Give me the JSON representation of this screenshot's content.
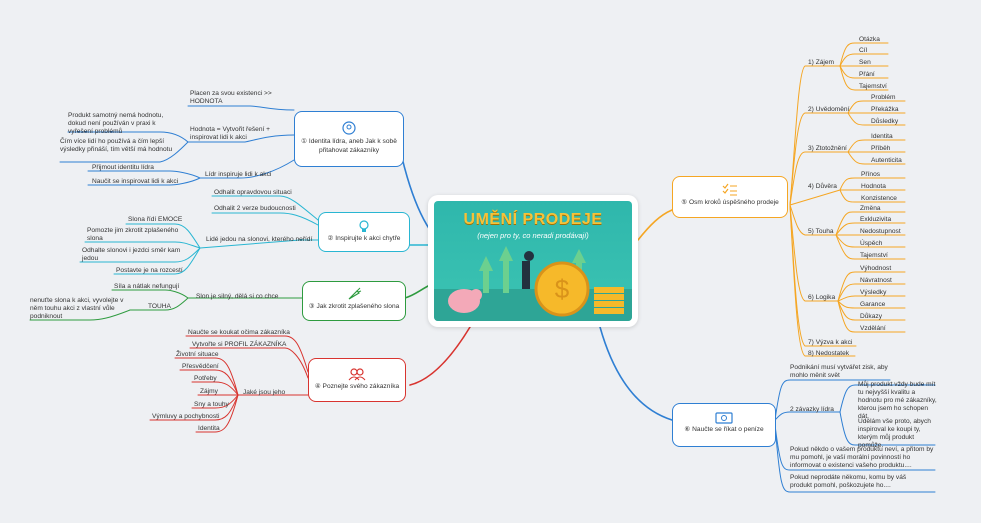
{
  "center": {
    "title": "UMĚNÍ PRODEJE",
    "subtitle": "(nejen pro ty, co neradi prodávají)"
  },
  "colors": {
    "blue": "#2f7fd3",
    "cyan": "#29b6d2",
    "green": "#2e9b3f",
    "red": "#d8342f",
    "orange": "#f5a623"
  },
  "topics": {
    "t1": "① Identita lídra, aneb Jak k sobě přitahovat zákazníky",
    "t2": "② Inspirujte k akci chytře",
    "t3": "③ Jak zkrotit zplašeného slona",
    "t4": "④ Poznejte svého zákazníka",
    "t5": "⑤ Osm kroků úspěšného prodeje",
    "t6": "⑥ Naučte se říkat o peníze"
  },
  "icons": {
    "t1": "head-lightbulb-icon",
    "t2": "lightbulb-icon",
    "t3": "carrot-icon",
    "t4": "people-icon",
    "t5": "checklist-icon",
    "t6": "banknote-icon"
  },
  "branch1": {
    "b1": "Placen za svou existenci >> HODNOTA",
    "b2": "Hodnota = Vytvořit řešení + inspirovat lidi k akci",
    "b2a": "Produkt samotný nemá hodnotu, dokud není používán v praxi k vyřešení problémů",
    "b2b": "Čím více lidí ho používá a čím lepší výsledky přináší, tím větší má hodnotu",
    "b3": "Lídr inspiruje lidi k akci",
    "b3a": "Přijmout identitu lídra",
    "b3b": "Naučit se inspirovat lidi k akci"
  },
  "branch2": {
    "b1": "Odhalit opravdovou situaci",
    "b2": "Odhalit 2 verze budoucnosti",
    "b3": "Lidé jedou na slonovi, kterého neřídí",
    "b3a": "Slona řídí EMOCE",
    "b3b": "Pomozte jim zkrotit zplašeného slona",
    "b3c": "Odhalte slonovi i jezdci směr kam jedou",
    "b3d": "Postavte je na rozcestí"
  },
  "branch3": {
    "b1": "Slon je silný, dělá si co chce",
    "b1a": "Síla a nátlak nefungují",
    "b1b": "TOUHA",
    "b1b1": "nenuťte slona k akci, vyvolejte v něm touhu akci z vlastní vůle podniknout"
  },
  "branch4": {
    "b1": "Naučte se koukat očima zákazníka",
    "b2": "Vytvořte si PROFIL ZÁKAZNÍKA",
    "b3": "Jaké jsou jeho",
    "items": [
      "Životní situace",
      "Přesvědčení",
      "Potřeby",
      "Zájmy",
      "Sny a touhy",
      "Výmluvy a pochybnosti",
      "Identita"
    ]
  },
  "branch5": {
    "s1": "1) Zájem",
    "s1items": [
      "Otázka",
      "Cíl",
      "Sen",
      "Přání",
      "Tajemství"
    ],
    "s2": "2) Uvědomění",
    "s2items": [
      "Problém",
      "Překážka",
      "Důsledky"
    ],
    "s3": "3) Ztotožnění",
    "s3items": [
      "Identita",
      "Příběh",
      "Autenticita"
    ],
    "s4": "4) Důvěra",
    "s4items": [
      "Přínos",
      "Hodnota",
      "Konzistence"
    ],
    "s5": "5) Touha",
    "s5items": [
      "Změna",
      "Exkluzivita",
      "Nedostupnost",
      "Úspěch",
      "Tajemství"
    ],
    "s6": "6) Logika",
    "s6items": [
      "Výhodnost",
      "Návratnost",
      "Výsledky",
      "Garance",
      "Důkazy",
      "Vzdělání"
    ],
    "s7": "7) Výzva k akci",
    "s8": "8) Nedostatek"
  },
  "branch6": {
    "b1": "Podnikání musí vytvářet zisk, aby mohlo měnit svět",
    "b2": "2 závazky lídra",
    "b2a": "Můj produkt vždy bude mít tu nejvyšší kvalitu a hodnotu pro mé zákazníky, kterou jsem ho schopen dát.",
    "b2b": "Udělám vše proto, abych inspiroval ke koupi ty, kterým můj produkt pomůže.",
    "b3": "Pokud někdo o vašem produktu neví, a přitom by mu pomohl, je vaší morální povinností ho informovat o existenci vašeho produktu....",
    "b4": "Pokud neprodáte někomu, komu by váš produkt pomohl, poškozujete ho...."
  }
}
